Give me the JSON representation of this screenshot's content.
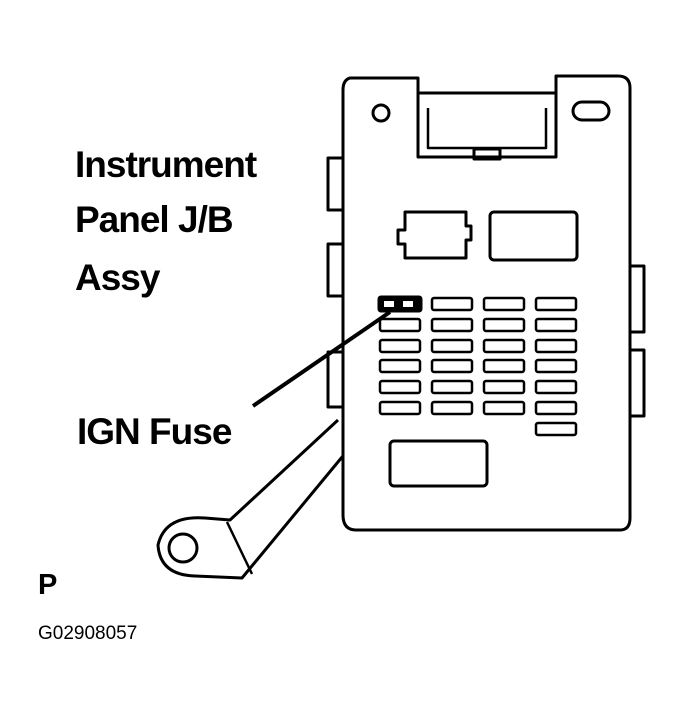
{
  "labels": {
    "assembly_line1": "Instrument",
    "assembly_line2": "Panel J/B",
    "assembly_line3": "Assy",
    "fuse": "IGN Fuse",
    "view_letter": "P",
    "figure_code": "G02908057"
  },
  "colors": {
    "ink": "#000000",
    "paper": "#ffffff",
    "highlight": "#000000"
  },
  "highlighted_fuse": "IGN"
}
